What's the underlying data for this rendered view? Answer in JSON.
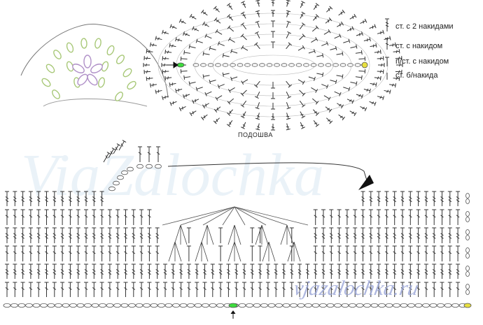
{
  "legend": [
    {
      "symbol": "double-crochet-2-yo-icon",
      "label": "ст. с 2 накидами"
    },
    {
      "symbol": "double-crochet-icon",
      "label": "ст. с накидом"
    },
    {
      "symbol": "half-double-crochet-icon",
      "label": "п/ст. с накидом"
    },
    {
      "symbol": "single-crochet-icon",
      "label": "ст. б/накида"
    }
  ],
  "sole_label": "ПОДОШВА",
  "watermark_main": "ViaZalochka",
  "watermark_site": "vjazalochka.ru",
  "colors": {
    "marker_green": "#3ddc3d",
    "marker_yellow": "#e8e040",
    "stitch": "#333333",
    "flower_green": "#a8c878",
    "flower_purple": "#b090c8"
  }
}
